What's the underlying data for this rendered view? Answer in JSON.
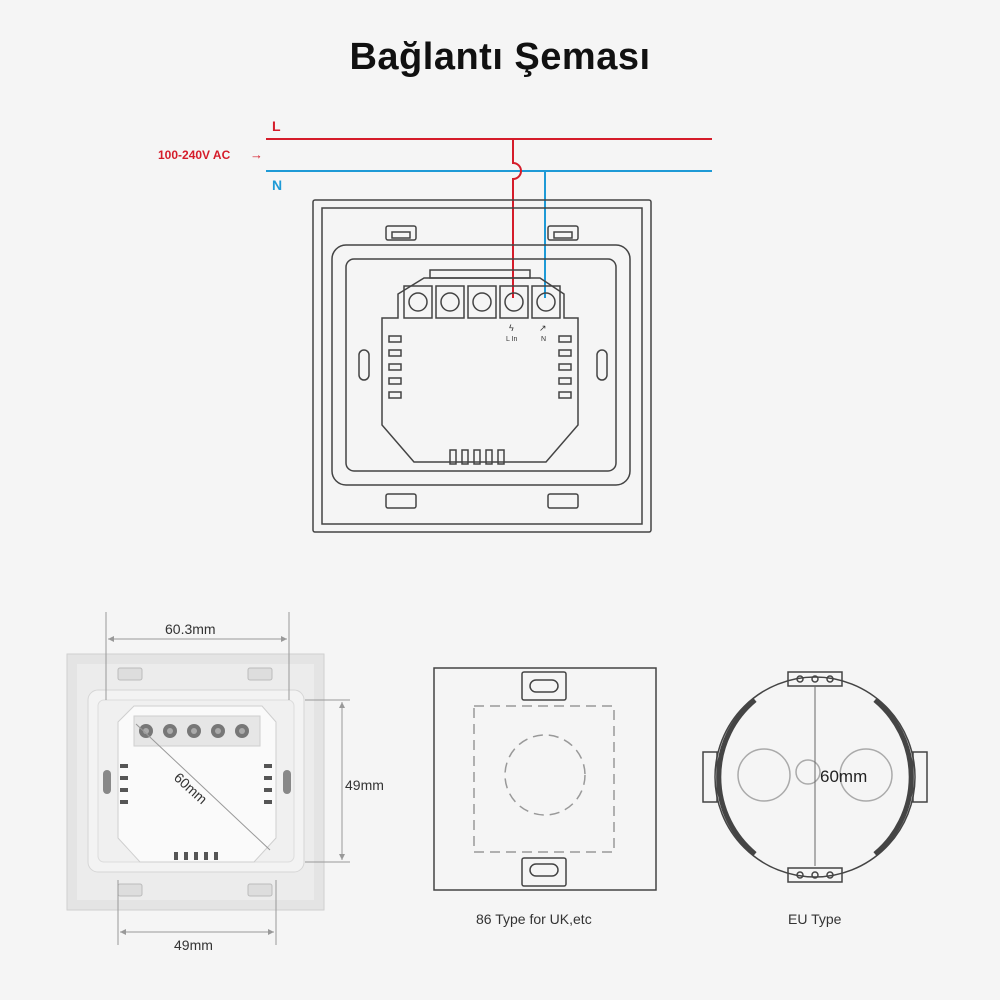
{
  "title": "Bağlantı Şeması",
  "wiring": {
    "line_label": "L",
    "neutral_label": "N",
    "voltage_label": "100-240V AC",
    "arrow": "→",
    "terminal_l_label": "L In",
    "terminal_n_label": "N",
    "line_color": "#d51c2a",
    "neutral_color": "#1e9ad6"
  },
  "dimensions": {
    "width_label": "60.3mm",
    "height_label": "49mm",
    "bottom_label": "49mm",
    "diagonal_label": "60mm",
    "eu_label": "60mm"
  },
  "boxes": {
    "uk_caption": "86 Type for UK,etc",
    "eu_caption": "EU Type"
  }
}
